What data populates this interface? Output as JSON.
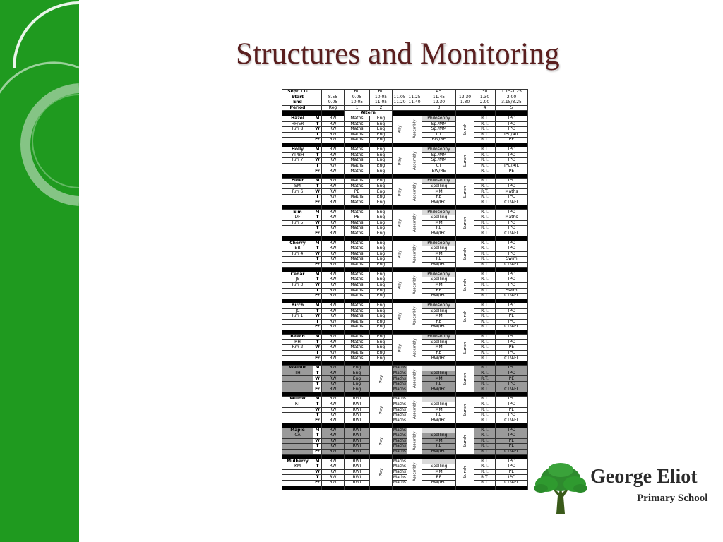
{
  "slide": {
    "title": "Structures and Monitoring",
    "colors": {
      "sidebar": "#1f9a1f",
      "title": "#5a1f1f",
      "shade": "#9a9a9a"
    }
  },
  "timetable": {
    "header_rows": [
      [
        "Sept 11-",
        "",
        "",
        "60",
        "60",
        "",
        "",
        "",
        "45",
        "",
        "30",
        "1.15-1.25"
      ],
      [
        "Start",
        "",
        "8.55",
        "9.05",
        "10.05",
        "11.05",
        "11.25",
        "11.45",
        "12.30",
        "1.30",
        "2.00"
      ],
      [
        "End",
        "",
        "9.05",
        "10.05",
        "11.05",
        "11.20",
        "11.40",
        "12.30",
        "1.30",
        "2.00",
        "3.15/3.25"
      ],
      [
        "Period",
        "",
        "Reg",
        "1",
        "2",
        "",
        "",
        "3",
        "",
        "4",
        "5"
      ]
    ],
    "first_section_label": "Altern",
    "play_label": "Play",
    "assembly_label": "Assembly",
    "lunch_label": "Lunch",
    "days": [
      "M",
      "T",
      "W",
      "T",
      "Fr"
    ],
    "classes": [
      {
        "name": "Hazel",
        "teacher": "HF/ER",
        "room": "Rm 8",
        "p1": [
          "RW",
          "RW",
          "RW",
          "RW",
          "RW"
        ],
        "p2": [
          "Maths",
          "Maths",
          "Maths",
          "Maths",
          "Maths"
        ],
        "p3": [
          "Eng",
          "Eng",
          "Eng",
          "Eng",
          "Eng"
        ],
        "p5": [
          "",
          "",
          "",
          "",
          ""
        ],
        "p6": [
          "Philosophy",
          "Sp./MM",
          "Sp./MM",
          "CT",
          "BW/RE"
        ],
        "p8": [
          "R.T.",
          "R.T.",
          "R.T.",
          "R.T.",
          "R.T."
        ],
        "p9": [
          "IPC",
          "IPC",
          "IPC",
          "IPC/AfL",
          "PE"
        ]
      },
      {
        "name": "Holly",
        "teacher": "YT/BH",
        "room": "Rm 7",
        "p1": [
          "RW",
          "RW",
          "RW",
          "RW",
          "RW"
        ],
        "p2": [
          "Maths",
          "Maths",
          "Maths",
          "Maths",
          "Maths"
        ],
        "p3": [
          "Eng",
          "Eng",
          "Eng",
          "Eng",
          "Eng"
        ],
        "p5": [
          "",
          "",
          "",
          "",
          ""
        ],
        "p6": [
          "Philosophy",
          "Sp./MM",
          "Sp./MM",
          "CT",
          "BW/RE"
        ],
        "p8": [
          "R.T.",
          "R.T.",
          "R.T.",
          "R.T.",
          "R.T."
        ],
        "p9": [
          "IPC",
          "IPC",
          "IPC",
          "IPC/AfL",
          "PE"
        ]
      },
      {
        "name": "Elder",
        "teacher": "SM",
        "room": "Rm 6",
        "p1": [
          "RW",
          "RW",
          "RW",
          "RW",
          "RW"
        ],
        "p2": [
          "Maths",
          "Maths",
          "PE",
          "Maths",
          "Maths"
        ],
        "p3": [
          "Eng",
          "Eng",
          "Eng",
          "Eng",
          "Eng"
        ],
        "p5": [
          "",
          "",
          "",
          "",
          ""
        ],
        "p6": [
          "Philosophy",
          "Spelling",
          "MM",
          "RE",
          "BW/IPC"
        ],
        "p8": [
          "R.T.",
          "R.T.",
          "R.T.",
          "R.T.",
          "R.T."
        ],
        "p9": [
          "IPC",
          "IPC",
          "Maths",
          "IPC",
          "CT/AFL"
        ]
      },
      {
        "name": "Elm",
        "teacher": "DF",
        "room": "Rm 5",
        "p1": [
          "RW",
          "RW",
          "RW",
          "RW",
          "RW"
        ],
        "p2": [
          "Maths",
          "PE",
          "Maths",
          "Maths",
          "Maths"
        ],
        "p3": [
          "Eng",
          "Eng",
          "Eng",
          "Eng",
          "Eng"
        ],
        "p5": [
          "",
          "",
          "",
          "",
          ""
        ],
        "p6": [
          "Philosophy",
          "Spelling",
          "MM",
          "RE",
          "BW/IPC"
        ],
        "p8": [
          "R.T.",
          "R.T.",
          "R.T.",
          "R.T.",
          "R.T."
        ],
        "p9": [
          "IPC",
          "Maths",
          "IPC",
          "IPC",
          "CT/AFL"
        ]
      },
      {
        "name": "Cherry",
        "teacher": "BB",
        "room": "Rm 4",
        "p1": [
          "RW",
          "RW",
          "RW",
          "RW",
          "RW"
        ],
        "p2": [
          "Maths",
          "Maths",
          "Maths",
          "Maths",
          "Maths"
        ],
        "p3": [
          "Eng",
          "Eng",
          "Eng",
          "Eng",
          "Eng"
        ],
        "p5": [
          "",
          "",
          "",
          "",
          ""
        ],
        "p6": [
          "Philosophy",
          "Spelling",
          "MM",
          "RE",
          "BW/IPC"
        ],
        "p8": [
          "R.T.",
          "R.T.",
          "R.T.",
          "R.T.",
          "R.T."
        ],
        "p9": [
          "IPC",
          "IPC",
          "IPC",
          "Swim",
          "CT/AFL"
        ]
      },
      {
        "name": "Cedar",
        "teacher": "JS",
        "room": "Rm 3",
        "p1": [
          "RW",
          "RW",
          "RW",
          "RW",
          "RW"
        ],
        "p2": [
          "Maths",
          "Maths",
          "Maths",
          "Maths",
          "Maths"
        ],
        "p3": [
          "Eng",
          "Eng",
          "Eng",
          "Eng",
          "Eng"
        ],
        "p5": [
          "",
          "",
          "",
          "",
          ""
        ],
        "p6": [
          "Philosophy",
          "Spelling",
          "MM",
          "RE",
          "BW/IPC"
        ],
        "p8": [
          "R.T.",
          "R.T.",
          "R.T.",
          "R.T.",
          "R.T."
        ],
        "p9": [
          "IPC",
          "IPC",
          "IPC",
          "Swim",
          "CT/AFL"
        ]
      },
      {
        "name": "Birch",
        "teacher": "JC",
        "room": "Rm 1",
        "p1": [
          "RW",
          "RW",
          "RW",
          "RW",
          "RW"
        ],
        "p2": [
          "Maths",
          "Maths",
          "Maths",
          "Maths",
          "Maths"
        ],
        "p3": [
          "Eng",
          "Eng",
          "Eng",
          "Eng",
          "Eng"
        ],
        "p5": [
          "",
          "",
          "",
          "",
          ""
        ],
        "p6": [
          "Philosophy",
          "Spelling",
          "MM",
          "RE",
          "BW/IPC"
        ],
        "p8": [
          "R.T.",
          "R.T.",
          "R.T.",
          "R.T.",
          "R.T."
        ],
        "p9": [
          "IPC",
          "IPC",
          "PE",
          "IPC",
          "CT/AFL"
        ]
      },
      {
        "name": "Beech",
        "teacher": "RH",
        "room": "Rm 2",
        "p1": [
          "RW",
          "RW",
          "RW",
          "RW",
          "RW"
        ],
        "p2": [
          "Maths",
          "Maths",
          "Maths",
          "Maths",
          "Maths"
        ],
        "p3": [
          "Eng",
          "Eng",
          "Eng",
          "Eng",
          "Eng"
        ],
        "p5": [
          "",
          "",
          "",
          "",
          ""
        ],
        "p6": [
          "Philosophy",
          "Spelling",
          "MM",
          "RE",
          "BW/IPC"
        ],
        "p8": [
          "R.T.",
          "R.T.",
          "R.T.",
          "R.T.",
          "R.T."
        ],
        "p9": [
          "IPC",
          "IPC",
          "PE",
          "IPC",
          "CT/AFL"
        ]
      },
      {
        "name": "Walnut",
        "teacher": "TH",
        "room": "",
        "p1": [
          "RW",
          "RW",
          "RW",
          "RW",
          "RW"
        ],
        "p2": [
          "Eng",
          "Eng",
          "Eng",
          "Eng",
          "Eng"
        ],
        "p3": [
          "",
          "",
          "",
          "",
          ""
        ],
        "p5": [
          "Maths",
          "Maths",
          "Maths",
          "Maths",
          "Maths"
        ],
        "p6": [
          "",
          "Spelling",
          "MM",
          "RE",
          "BW/IPC"
        ],
        "p8": [
          "R.T.",
          "R.T.",
          "R.T.",
          "R.T.",
          "R.T."
        ],
        "p9": [
          "IPC",
          "IPC",
          "PE",
          "IPC",
          "CT/AFL"
        ]
      },
      {
        "name": "Willow",
        "teacher": "KT",
        "room": "",
        "p1": [
          "RW",
          "RW",
          "RW",
          "RW",
          "RW"
        ],
        "p2": [
          "RWI",
          "RWI",
          "RWI",
          "RWI",
          "RWI"
        ],
        "p3": [
          "",
          "",
          "",
          "",
          ""
        ],
        "p5": [
          "Maths",
          "Maths",
          "Maths",
          "Maths",
          "Maths"
        ],
        "p6": [
          "",
          "Spelling",
          "MM",
          "RE",
          "BW/IPC"
        ],
        "p8": [
          "R.T.",
          "R.T.",
          "R.T.",
          "R.T.",
          "R.T."
        ],
        "p9": [
          "IPC",
          "IPC",
          "PE",
          "IPC",
          "CT/AFL"
        ]
      },
      {
        "name": "Maple",
        "teacher": "CA",
        "room": "",
        "p1": [
          "RW",
          "RW",
          "RW",
          "RW",
          "RW"
        ],
        "p2": [
          "RWI",
          "RWI",
          "RWI",
          "RWI",
          "RWI"
        ],
        "p3": [
          "",
          "",
          "",
          "",
          ""
        ],
        "p5": [
          "Maths",
          "Maths",
          "Maths",
          "Maths",
          "Maths"
        ],
        "p6": [
          "",
          "Spelling",
          "MM",
          "RE",
          "BW/IPC"
        ],
        "p8": [
          "R.T.",
          "R.T.",
          "R.T.",
          "R.T.",
          "R.T."
        ],
        "p9": [
          "IPC",
          "IPC",
          "PE",
          "PE",
          "CT/AFL"
        ]
      },
      {
        "name": "Mulberry",
        "teacher": "KM",
        "room": "",
        "p1": [
          "RW",
          "RW",
          "RW",
          "RW",
          "RW"
        ],
        "p2": [
          "RWI",
          "RWI",
          "RWI",
          "RWI",
          "RWI"
        ],
        "p3": [
          "",
          "",
          "",
          "",
          ""
        ],
        "p5": [
          "Maths",
          "Maths",
          "Maths",
          "Maths",
          "Maths"
        ],
        "p6": [
          "",
          "Spelling",
          "MM",
          "RE",
          "BW/IPC"
        ],
        "p8": [
          "R.T.",
          "R.T.",
          "R.T.",
          "R.T.",
          "R.T."
        ],
        "p9": [
          "IPC",
          "IPC",
          "PE",
          "IPC",
          "CT/AFL"
        ]
      }
    ]
  },
  "logo": {
    "name": "George Eliot",
    "subtitle": "Primary School",
    "icon": "oak-tree-icon"
  }
}
